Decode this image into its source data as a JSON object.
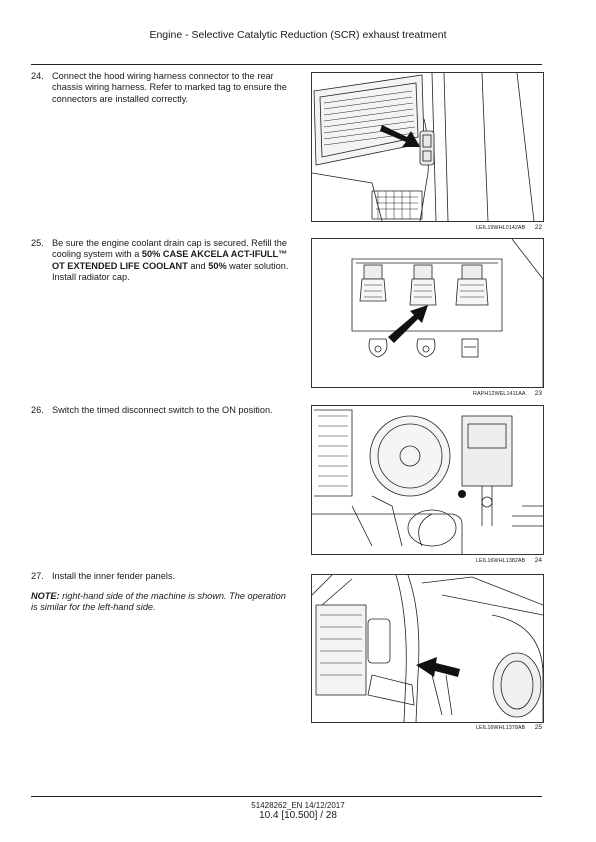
{
  "header": {
    "title": "Engine - Selective Catalytic Reduction (SCR) exhaust treatment"
  },
  "steps": [
    {
      "number": "24.",
      "text": "Connect the hood wiring harness connector to the rear chassis wiring harness. Refer to marked tag to ensure the connectors are installed correctly."
    },
    {
      "number": "25.",
      "text_a": "Be sure the engine coolant drain cap is secured. Refill the cooling system with a ",
      "bold_a": "50% CASE AKCELA ACT-IFULL™ OT EXTENDED LIFE COOLANT",
      "text_b": " and ",
      "bold_b": "50%",
      "text_c": " water solution. Install radiator cap."
    },
    {
      "number": "26.",
      "text": "Switch the timed disconnect switch to the ON position."
    },
    {
      "number": "27.",
      "text": "Install the inner fender panels."
    }
  ],
  "note": {
    "label": "NOTE:",
    "text": " right-hand side of the machine is shown. The operation is similar for the left-hand side."
  },
  "figures": [
    {
      "code": "LEIL19WHL0142AB",
      "number": "22"
    },
    {
      "code": "RAPH12WEL1411AA",
      "number": "23"
    },
    {
      "code": "LEIL16WHL1382AB",
      "number": "24"
    },
    {
      "code": "LEIL16WHL1378AB",
      "number": "25"
    }
  ],
  "footer": {
    "doc": "51428262_EN 14/12/2017",
    "page": "10.4 [10.500] / 28"
  }
}
